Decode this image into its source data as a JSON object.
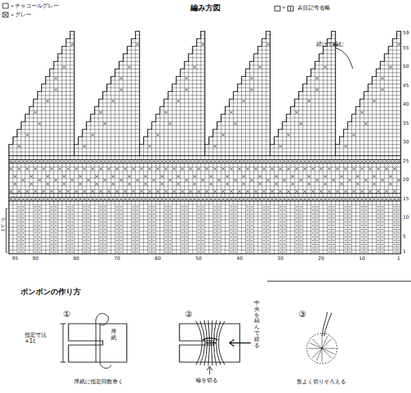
{
  "diagram": {
    "title": "編み方図",
    "labels": [
      "表目記号省略",
      "＝",
      "続けて編む",
      "グレー",
      "1",
      "5",
      "10",
      "15",
      "20",
      "25",
      "30",
      "35",
      "40",
      "45",
      "50",
      "55",
      "59",
      "95",
      "90",
      "80",
      "70",
      "60",
      "50",
      "40",
      "30",
      "20",
      "10",
      "1",
      "ボンボンの作り方",
      "①",
      "指定寸法 +1c",
      "厚紙",
      "厚紙に指定回数巻く",
      "②",
      "中央を結んで絞る",
      "輪を切る",
      "③",
      "形よく切りそろえる"
    ],
    "legend": [
      {
        "text": "＝チャコールグレー"
      },
      {
        "text": "＝グレー"
      }
    ]
  }
}
